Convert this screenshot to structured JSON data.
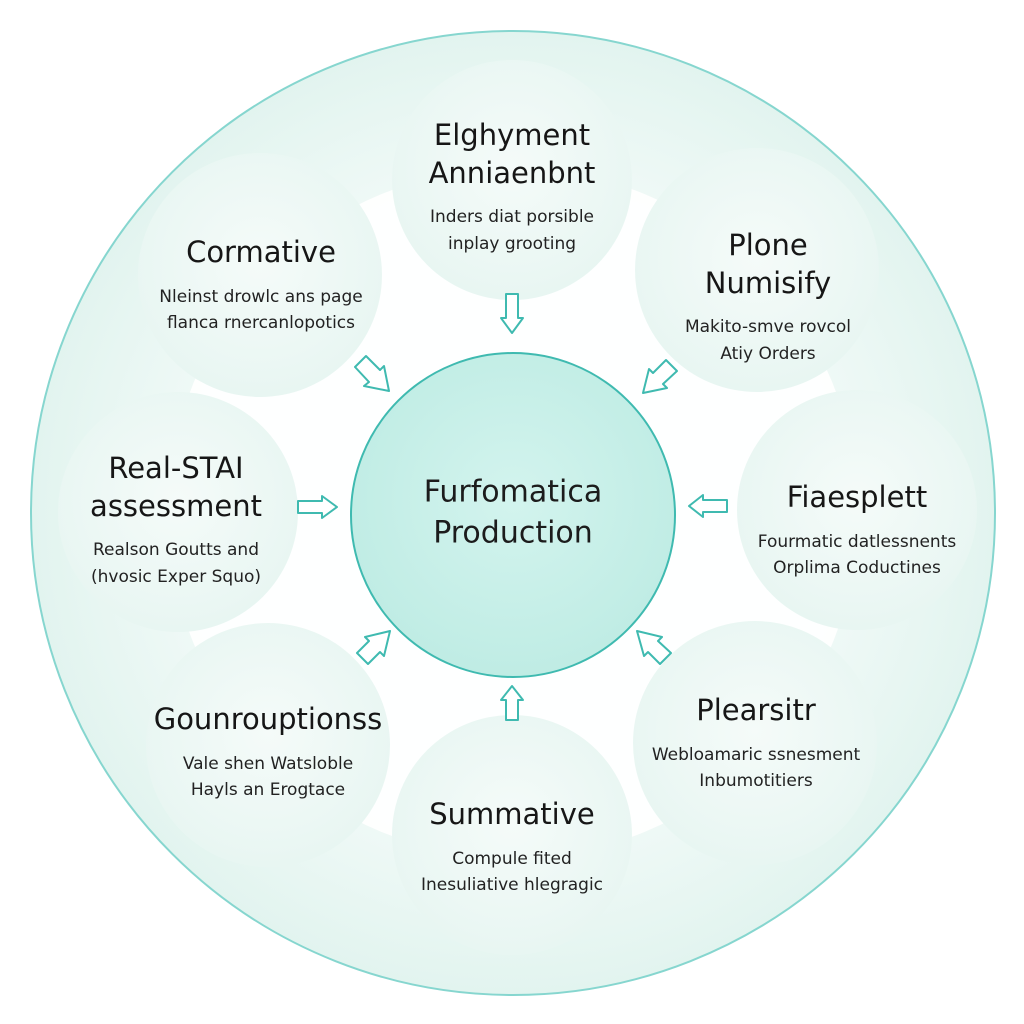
{
  "colors": {
    "outer_ring_fill": "#e7f6f2",
    "outer_ring_stroke": "#7fd3cc",
    "node_fill": "#edf8f5",
    "center_fill": "#c6efe8",
    "center_stroke": "#39b8ae",
    "arrow": "#3fbab0"
  },
  "center": {
    "title_line1": "Furfomatica",
    "title_line2": "Production"
  },
  "nodes": [
    {
      "id": "elghyment",
      "title_lines": [
        "Elghyment",
        "Anniaenbnt"
      ],
      "desc_lines": [
        "Inders diat porsible",
        "inplay grooting"
      ]
    },
    {
      "id": "plone",
      "title_lines": [
        "Plone",
        "Numisify"
      ],
      "desc_lines": [
        "Makito-smve rovcol",
        "Atiy Orders"
      ]
    },
    {
      "id": "fiaesplett",
      "title_lines": [
        "Fiaesplett"
      ],
      "desc_lines": [
        "Fourmatic datlessnents",
        "Orplima Coductines"
      ]
    },
    {
      "id": "plearsitr",
      "title_lines": [
        "Plearsitr"
      ],
      "desc_lines": [
        "Webloamaric ssnesment",
        "Inbumotitiers"
      ]
    },
    {
      "id": "summative",
      "title_lines": [
        "Summative"
      ],
      "desc_lines": [
        "Compule fited",
        "Inesuliative hlegragic"
      ]
    },
    {
      "id": "gounrouptionss",
      "title_lines": [
        "Gounrouptionss"
      ],
      "desc_lines": [
        "Vale shen Watsloble",
        "Hayls an Erogtace"
      ]
    },
    {
      "id": "real-stai",
      "title_lines": [
        "Real-STAI",
        "assessment"
      ],
      "desc_lines": [
        "Realson Goutts and",
        "(hvosic Exper Squo)"
      ]
    },
    {
      "id": "cormative",
      "title_lines": [
        "Cormative"
      ],
      "desc_lines": [
        "Nleinst drowlc ans page",
        "flanca rnercanlopotics"
      ]
    }
  ]
}
